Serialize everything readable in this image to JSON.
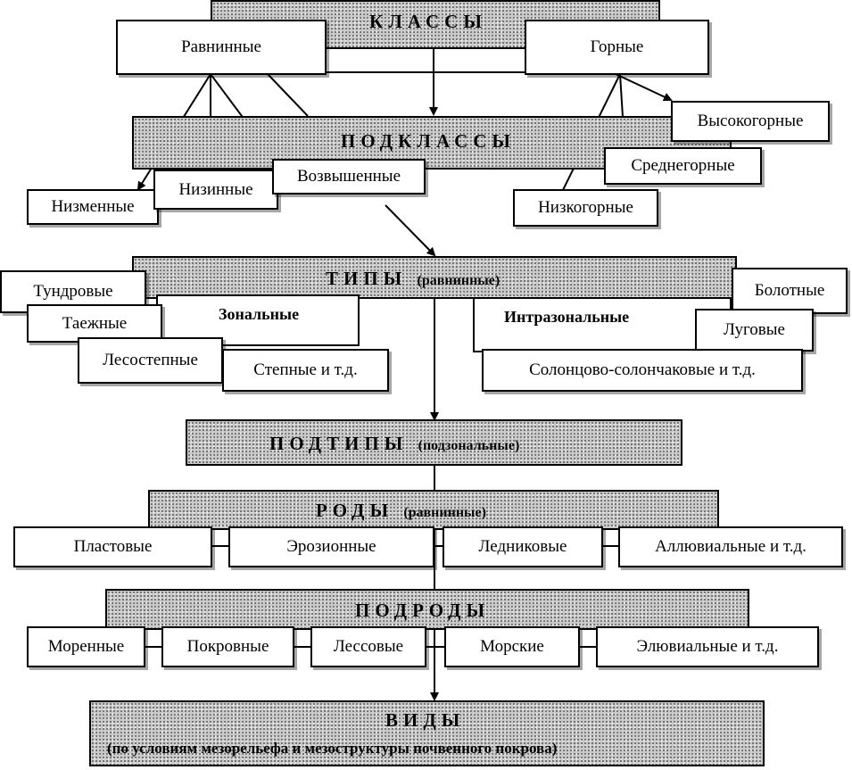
{
  "classes": {
    "title": "КЛАССЫ",
    "plain": "Равнинные",
    "mountain": "Горные"
  },
  "subclasses": {
    "title": "ПОДКЛАССЫ",
    "lowland": "Низменные",
    "depression": "Низинные",
    "elevated": "Возвышенные",
    "high_mountain": "Высокогорные",
    "mid_mountain": "Среднегорные",
    "low_mountain": "Низкогорные"
  },
  "types": {
    "title": "ТИПЫ",
    "title_note": "(равнинные)",
    "zonal_label": "Зональные",
    "intrazonal_label": "Интразональные",
    "tundra": "Тундровые",
    "taiga": "Таежные",
    "forest_steppe": "Лесостепные",
    "steppe": "Степные и т.д.",
    "swamp": "Болотные",
    "meadow": "Луговые",
    "solonetz": "Солонцово-солончаковые и т.д."
  },
  "subtypes": {
    "title": "ПОДТИПЫ",
    "title_note": "(подзональные)"
  },
  "genera": {
    "title": "РОДЫ",
    "title_note": "(равнинные)",
    "items": [
      "Пластовые",
      "Эрозионные",
      "Ледниковые",
      "Аллювиальные и т.д."
    ]
  },
  "subgenera": {
    "title": "ПОДРОДЫ",
    "items": [
      "Моренные",
      "Покровные",
      "Лессовые",
      "Морские",
      "Элювиальные и т.д."
    ]
  },
  "species": {
    "title": "ВИДЫ",
    "subtitle": "(по условиям мезорельефа и мезоструктуры почвенного покрова)"
  }
}
